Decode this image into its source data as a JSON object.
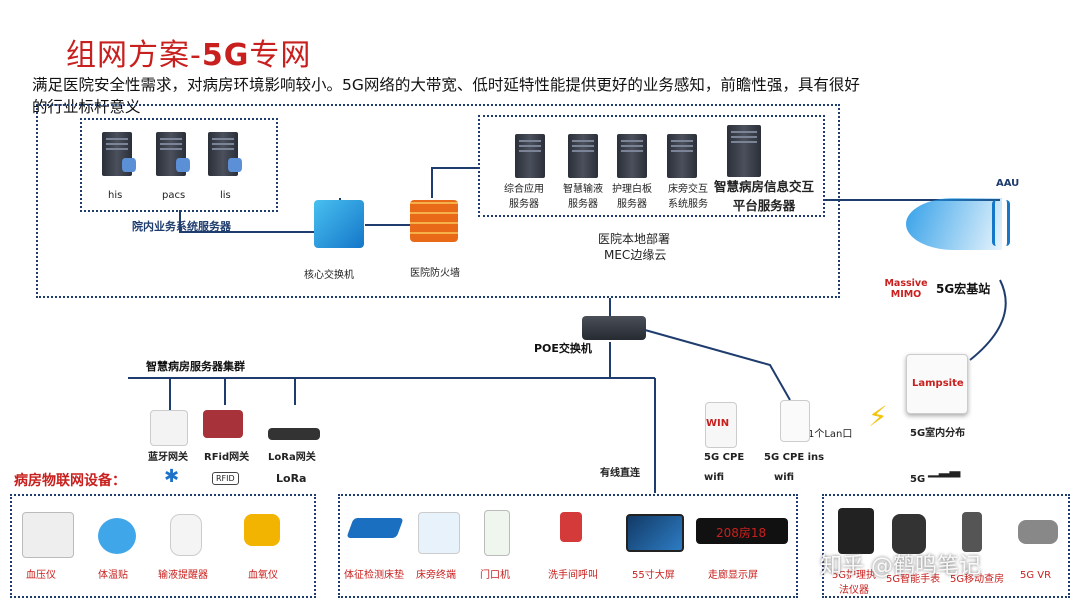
{
  "title": {
    "prefix": "组网方案-",
    "bold": "5G",
    "suffix": "专网"
  },
  "intro": "满足医院安全性需求，对病房环境影响较小。5G网络的大带宽、低时延特性能提供更好的业务感知，前瞻性强，具有很好的行业标杆意义",
  "hospital_servers": {
    "items": [
      "his",
      "pacs",
      "lis"
    ],
    "caption": "院内业务系统服务器"
  },
  "core_switch": "核心交换机",
  "firewall": "医院防火墙",
  "mec": {
    "servers": [
      "综合应用服务器",
      "智慧输液服务器",
      "护理白板服务器",
      "床旁交互系统服务"
    ],
    "main_server": "智慧病房信息交互平台服务器",
    "caption_line1": "医院本地部署",
    "caption_line2": "MEC边缘云"
  },
  "aau": "AAU",
  "massive_mimo": "Massive MIMO",
  "macro_station": "5G宏基站",
  "lampsite": {
    "device": "Lampsite",
    "caption": "5G室内分布"
  },
  "poe_switch": "POE交换机",
  "cluster": "智慧病房服务器集群",
  "gateways": [
    "蓝牙网关",
    "RFid网关",
    "LoRa网关"
  ],
  "gateway_badges": [
    "RFID",
    "LoRa"
  ],
  "cpe": [
    "5G CPE",
    "5G CPE ins"
  ],
  "cpe_badge": "WIN",
  "wifi": "wifi",
  "lan": "1个Lan口",
  "wired": "有线直连",
  "signal_5g": "5G",
  "iot_title": "病房物联网设备：",
  "iot_devices": [
    "血压仪",
    "体温贴",
    "输液提醒器",
    "血氧仪"
  ],
  "wired_devices": [
    "体征检测床垫",
    "床旁终端",
    "门口机",
    "洗手间呼叫",
    "55寸大屏",
    "走廊显示屏"
  ],
  "corridor_display": "208房18",
  "mobile_devices": [
    "5G护理执法仪器",
    "5G智能手表",
    "5G移动查房",
    "5G VR"
  ],
  "watermark": "知乎 @鹤鸣笔记",
  "colors": {
    "title": "#c8201e",
    "frame": "#1f3c6e",
    "line": "#1f3c6e"
  }
}
